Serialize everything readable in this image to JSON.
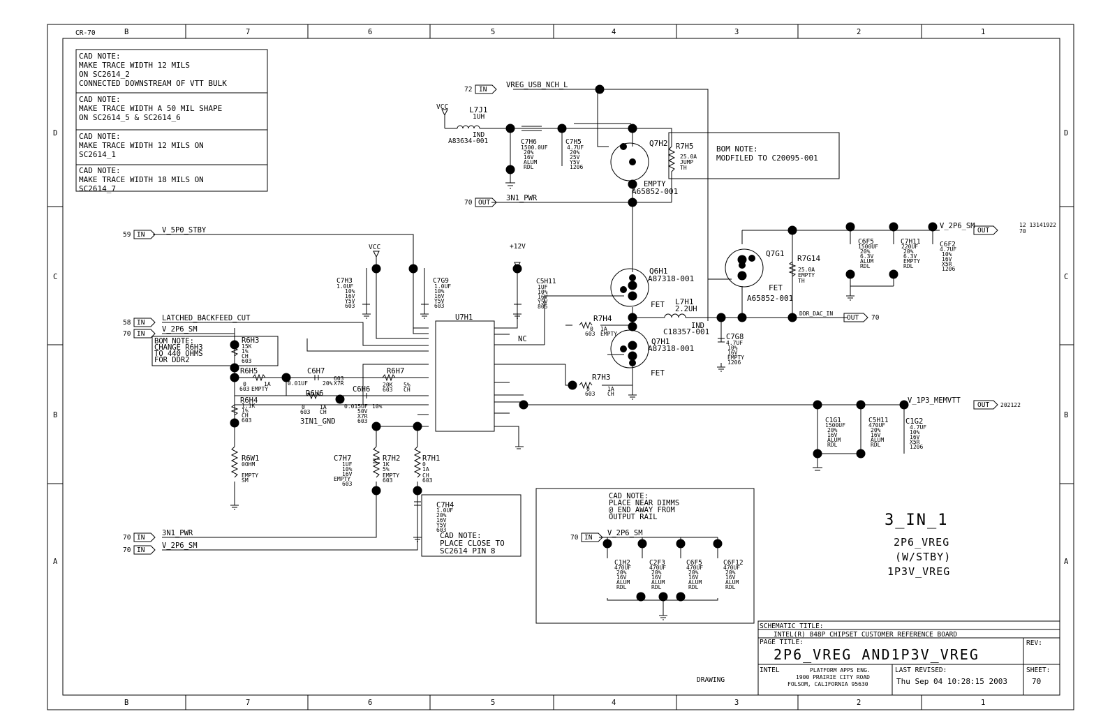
{
  "border": {
    "top_zones": [
      "B",
      "7",
      "6",
      "5",
      "4",
      "3",
      "2",
      "1"
    ],
    "bottom_zones": [
      "B",
      "7",
      "6",
      "5",
      "4",
      "3",
      "2",
      "1"
    ],
    "left_zones": [
      "D",
      "C",
      "B",
      "A"
    ],
    "right_zones": [
      "D",
      "C",
      "B",
      "A"
    ],
    "corner_tag": "CR-70"
  },
  "notes": {
    "n1": [
      "CAD NOTE:",
      "MAKE TRACE WIDTH 12 MILS",
      "ON SC2614_2",
      "CONNECTED DOWNSTREAM OF VTT BULK"
    ],
    "n2": [
      "CAD NOTE:",
      "MAKE TRACE WIDTH A 50 MIL SHAPE",
      "ON SC2614_5 & SC2614_6"
    ],
    "n3": [
      "CAD NOTE:",
      "MAKE TRACE WIDTH 12 MILS ON",
      "SC2614_1"
    ],
    "n4": [
      "CAD NOTE:",
      "MAKE TRACE WIDTH 18 MILS ON",
      "SC2614_7"
    ],
    "bom_top": [
      "BOM NOTE:",
      "MODFILED TO C20095-001"
    ],
    "bom_left": [
      "BOM NOTE:",
      "CHANGE R6H3",
      "TO 440 OHMS",
      "FOR DDR2"
    ],
    "cad_pin8": [
      "CAD NOTE:",
      "PLACE CLOSE TO",
      "SC2614 PIN 8"
    ],
    "cad_dimms": [
      "CAD NOTE:",
      "PLACE NEAR DIMMS",
      "@ END AWAY FROM",
      "OUTPUT RAIL"
    ]
  },
  "ports": {
    "vreg_usb": {
      "sheet": "72",
      "dir": "IN",
      "net": "VREG_USB_NCH_L"
    },
    "n3n1_pwr_out": {
      "sheet": "70",
      "dir": "OUT",
      "net": "3N1_PWR"
    },
    "v5p0": {
      "sheet": "59",
      "dir": "IN",
      "net": "V_5P0_STBY"
    },
    "latched": {
      "sheet": "58",
      "dir": "IN",
      "net": "LATCHED_BACKFEED_CUT"
    },
    "v2p6_left": {
      "sheet": "70",
      "dir": "IN",
      "net": "V_2P6_SM"
    },
    "v2p6_out": {
      "dir": "OUT",
      "net": "V_2P6_SM",
      "refs": "12 13141922",
      "refs2": "70"
    },
    "ddr_out": {
      "dir": "OUT",
      "net": "DDR_DAC_IN",
      "refs": "70"
    },
    "v1p3_out": {
      "dir": "OUT",
      "net": "V_1P3_MEMVTT",
      "refs": "202122"
    },
    "n3n1_pwr_in": {
      "sheet": "70",
      "dir": "IN",
      "net": "3N1_PWR"
    },
    "v2p6_in_bottom": {
      "sheet": "70",
      "dir": "IN",
      "net": "V_2P6_SM"
    },
    "v2p6_dimm": {
      "sheet": "70",
      "dir": "IN",
      "net": "V_2P6_SM"
    }
  },
  "power": {
    "vcc1": "VCC",
    "vcc2": "VCC",
    "p12v": "+12V"
  },
  "components": {
    "L7J1": {
      "ref": "L7J1",
      "val": "1UH",
      "type": "IND",
      "pn": "A83634-001"
    },
    "C7H6": {
      "ref": "C7H6",
      "lines": [
        "1500.0UF",
        "20%",
        "16V",
        "ALUM",
        "RDL"
      ]
    },
    "C7H5": {
      "ref": "C7H5",
      "lines": [
        "4.7UF",
        "20%",
        "25V",
        "Y5V",
        "1206"
      ]
    },
    "Q7H2": {
      "ref": "Q7H2",
      "extra": "EMPTY",
      "pn": "A65852-001"
    },
    "R7H5": {
      "ref": "R7H5",
      "lines": [
        "25.0A",
        "JUMP",
        "TH"
      ]
    },
    "Q6H1": {
      "ref": "Q6H1",
      "pn": "A87318-001",
      "type": "FET"
    },
    "Q7H1": {
      "ref": "Q7H1",
      "pn": "A87318-001",
      "type": "FET"
    },
    "Q7G1": {
      "ref": "Q7G1",
      "pn": "A65852-001",
      "type": "FET"
    },
    "R7G14": {
      "ref": "R7G14",
      "lines": [
        "25.0A",
        "EMPTY",
        "TH"
      ]
    },
    "L7H1": {
      "ref": "L7H1",
      "val": "2.2UH",
      "type": "IND",
      "pn": "C18357-001"
    },
    "C7G8": {
      "ref": "C7G8",
      "lines": [
        "4.7UF",
        "10%",
        "16V",
        "EMPTY",
        "1206"
      ]
    },
    "C6F5": {
      "ref": "C6F5",
      "lines": [
        "1500UF",
        "20%",
        "6.3V",
        "ALUM",
        "RDL"
      ]
    },
    "C7H11": {
      "ref": "C7H11",
      "lines": [
        "220UF",
        "20%",
        "6.3V",
        "EMPTY",
        "RDL"
      ]
    },
    "C6F2": {
      "ref": "C6F2",
      "lines": [
        "4.7UF",
        "10%",
        "16V",
        "X5R",
        "1206"
      ]
    },
    "C7H3": {
      "ref": "C7H3",
      "lines": [
        "1.0UF",
        "10%",
        "16V",
        "Y5V",
        "603"
      ]
    },
    "C7G9": {
      "ref": "C7G9",
      "lines": [
        "1.0UF",
        "10%",
        "16V",
        "Y5V",
        "603"
      ]
    },
    "C5H11": {
      "ref": "C5H11",
      "lines": [
        "1UF",
        "10%",
        "16V",
        "Y5V",
        "805"
      ]
    },
    "U7H1": {
      "ref": "U7H1",
      "nc": "NC"
    },
    "R7H4": {
      "ref": "R7H4",
      "lines": [
        "0",
        "1A",
        "603",
        "EMPTY"
      ]
    },
    "R7H3": {
      "ref": "R7H3",
      "lines": [
        "0",
        "1A",
        "603",
        "CH"
      ]
    },
    "R6H3": {
      "ref": "R6H3",
      "lines": [
        "15K",
        "1%",
        "CH",
        "603"
      ]
    },
    "R6H5": {
      "ref": "R6H5",
      "lines": [
        "0",
        "1A",
        "603",
        "EMPTY"
      ]
    },
    "C6H7": {
      "ref": "C6H7",
      "lines": [
        "0.01UF",
        "20%",
        "X7R",
        "603"
      ]
    },
    "R6H7": {
      "ref": "R6H7",
      "lines": [
        "20K",
        "5%",
        "603",
        "CH"
      ]
    },
    "R6H6": {
      "ref": "R6H6",
      "lines": [
        "0",
        "1A",
        "603",
        "CH"
      ]
    },
    "C6H6": {
      "ref": "C6H6",
      "lines": [
        "0.015UF",
        "10%",
        "50V",
        "X7R",
        "603"
      ]
    },
    "R6H4": {
      "ref": "R6H4",
      "lines": [
        "1.1K",
        "1%",
        "CH",
        "603"
      ]
    },
    "R6W1": {
      "ref": "R6W1",
      "lines": [
        "0OHM",
        "EMPTY",
        "SM"
      ]
    },
    "C7H7": {
      "ref": "C7H7",
      "lines": [
        "1UF",
        "10%",
        "16V",
        "EMPTY",
        "603"
      ]
    },
    "R7H2": {
      "ref": "R7H2",
      "lines": [
        "1K",
        "5%",
        "EMPTY",
        "603"
      ]
    },
    "R7H1": {
      "ref": "R7H1",
      "lines": [
        "0",
        "1A",
        "CH",
        "603"
      ]
    },
    "C7H4": {
      "ref": "C7H4",
      "lines": [
        "1.0UF",
        "20%",
        "16V",
        "Y5V",
        "603"
      ]
    },
    "C1G1": {
      "ref": "C1G1",
      "lines": [
        "1500UF",
        "20%",
        "16V",
        "ALUM",
        "RDL"
      ]
    },
    "C5H11b": {
      "ref": "C5H11",
      "lines": [
        "470UF",
        "20%",
        "16V",
        "ALUM",
        "RDL"
      ]
    },
    "C1G2": {
      "ref": "C1G2",
      "lines": [
        "4.7UF",
        "10%",
        "16V",
        "X5R",
        "1206"
      ]
    },
    "C1H2": {
      "ref": "C1H2",
      "lines": [
        "470UF",
        "20%",
        "16V",
        "ALUM",
        "RDL"
      ]
    },
    "C2F3": {
      "ref": "C2F3",
      "lines": [
        "470UF",
        "20%",
        "16V",
        "ALUM",
        "RDL"
      ]
    },
    "C6F5b": {
      "ref": "C6F5",
      "lines": [
        "470UF",
        "20%",
        "16V",
        "ALUM",
        "RDL"
      ]
    },
    "C6F12": {
      "ref": "C6F12",
      "lines": [
        "470UF",
        "20%",
        "16V",
        "ALUM",
        "RDL"
      ]
    }
  },
  "nets": {
    "gnd_label": "3IN1_GND"
  },
  "center_title": {
    "main": "3_IN_1",
    "l1": "2P6_VREG",
    "l2": "(W/STBY)",
    "l3": "1P3V_VREG"
  },
  "title_block": {
    "schematic_label": "SCHEMATIC TITLE:",
    "schematic_title": "INTEL(R) 848P CHIPSET CUSTOMER REFERENCE BOARD",
    "page_label": "PAGE TITLE:",
    "page_title": "2P6_VREG AND1P3V_VREG",
    "rev_label": "REV:",
    "company": "INTEL",
    "addr1": "PLATFORM APPS ENG.",
    "addr2": "1900 PRAIRIE CITY ROAD",
    "addr3": "FOLSOM, CALIFORNIA 95630",
    "revised_label": "LAST REVISED:",
    "revised": "Thu Sep 04 10:28:15 2003",
    "sheet_label": "SHEET:",
    "sheet": "70",
    "drawing": "DRAWING"
  }
}
